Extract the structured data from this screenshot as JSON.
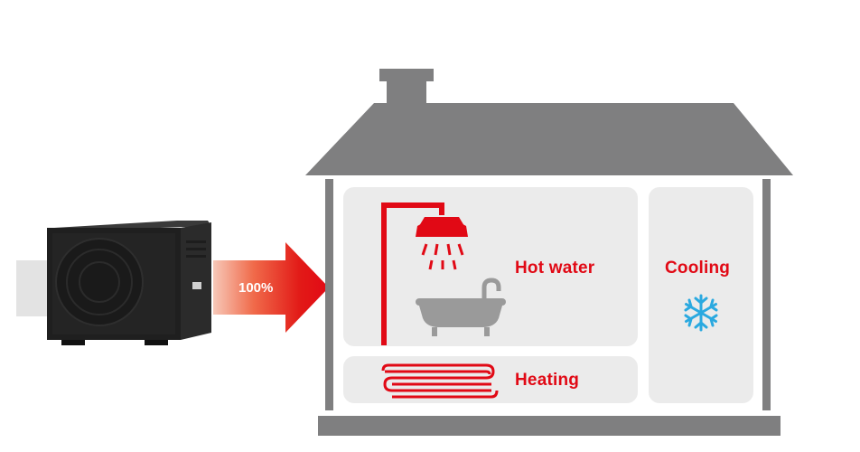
{
  "flow": {
    "percent_label": "100%"
  },
  "rooms": {
    "hot_water_label": "Hot water",
    "cooling_label": "Cooling",
    "heating_label": "Heating"
  },
  "colors": {
    "accent_red": "#e10915",
    "house_gray": "#7f7f80",
    "panel_gray": "#ebebeb",
    "unit_black": "#1c1c1c"
  },
  "icons": [
    "heat-pump-unit-icon",
    "arrow-right-icon",
    "shower-icon",
    "bathtub-icon",
    "underfloor-heating-icon",
    "snowflake-icon",
    "house-icon"
  ]
}
